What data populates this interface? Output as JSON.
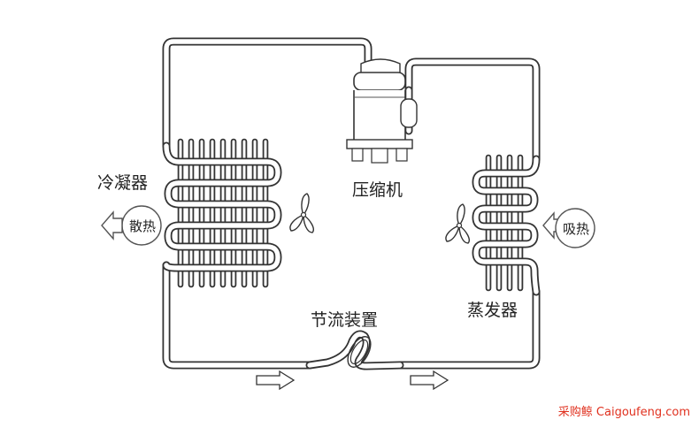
{
  "labels": {
    "condenser": "冷凝器",
    "compressor": "压缩机",
    "evaporator": "蒸发器",
    "throttle": "节流装置",
    "heat_release": "散热",
    "heat_absorb": "吸热"
  },
  "watermark": "采购鲸 Caigoufeng.com",
  "colors": {
    "line": "#333333",
    "watermark": "#e0301e"
  }
}
